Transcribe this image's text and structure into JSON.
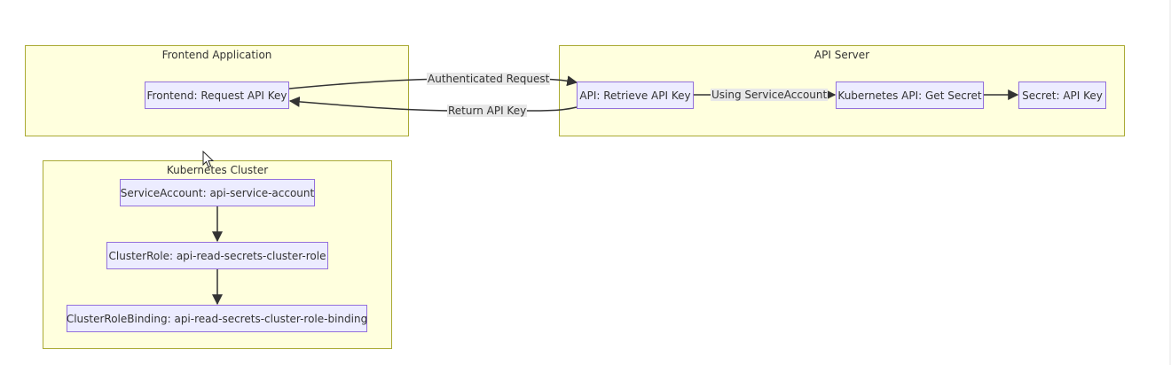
{
  "clusters": {
    "frontend": {
      "title": "Frontend Application"
    },
    "api": {
      "title": "API Server"
    },
    "k8s": {
      "title": "Kubernetes Cluster"
    }
  },
  "nodes": {
    "frontend_request": "Frontend: Request API Key",
    "api_retrieve": "API: Retrieve API Key",
    "k8s_get_secret": "Kubernetes API: Get Secret",
    "secret": "Secret: API Key",
    "service_account": "ServiceAccount: api-service-account",
    "cluster_role": "ClusterRole: api-read-secrets-cluster-role",
    "cluster_role_binding": "ClusterRoleBinding: api-read-secrets-cluster-role-binding"
  },
  "edges": {
    "authenticated_request": "Authenticated Request",
    "return_api_key": "Return API Key",
    "using_service_account": "Using ServiceAccount"
  },
  "colors": {
    "cluster_fill": "#ffffde",
    "cluster_border": "#aaaa33",
    "node_fill": "#ececff",
    "node_border": "#9370db",
    "edge": "#333333",
    "edge_label_bg": "#e8e8e8"
  }
}
